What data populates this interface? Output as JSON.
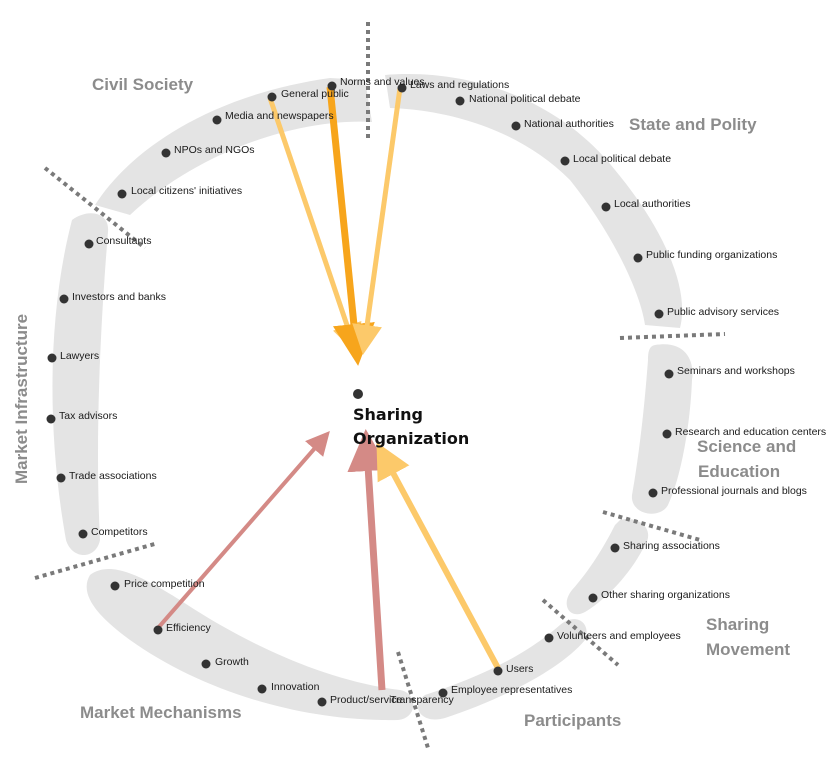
{
  "center": {
    "line1": "Sharing",
    "line2": "Organization"
  },
  "categories": {
    "civil_society": "Civil Society",
    "state_polity": "State and Polity",
    "market_infrastructure": "Market Infrastructure",
    "science_education_1": "Science and",
    "science_education_2": "Education",
    "sharing_movement_1": "Sharing",
    "sharing_movement_2": "Movement",
    "market_mechanisms": "Market Mechanisms",
    "participants": "Participants"
  },
  "nodes": {
    "norms_values": "Norms and values",
    "general_public": "General public",
    "laws_regulations": "Laws and regulations",
    "media_newspapers": "Media and newspapers",
    "national_political_debate": "National political debate",
    "national_authorities": "National authorities",
    "npos_ngos": "NPOs and NGOs",
    "local_political_debate": "Local political debate",
    "local_citizens_initiatives": "Local citizens' initiatives",
    "local_authorities": "Local authorities",
    "consultants": "Consultants",
    "public_funding": "Public funding organizations",
    "investors_banks": "Investors and banks",
    "public_advisory": "Public advisory services",
    "lawyers": "Lawyers",
    "seminars_workshops": "Seminars and workshops",
    "tax_advisors": "Tax advisors",
    "research_education": "Research and education centers",
    "trade_associations": "Trade associations",
    "professional_journals": "Professional journals and blogs",
    "competitors": "Competitors",
    "sharing_associations": "Sharing associations",
    "price_competition": "Price competition",
    "other_sharing_orgs": "Other sharing organizations",
    "efficiency": "Efficiency",
    "volunteers_employees": "Volunteers and employees",
    "growth": "Growth",
    "users": "Users",
    "innovation": "Innovation",
    "employee_representatives": "Employee representatives",
    "product_service": "Product/service",
    "transparency": "Transparency"
  },
  "colors": {
    "band": "#e4e4e4",
    "separator": "#7a7a7a",
    "orange_strong": "#f7a51c",
    "orange_light": "#fcc96a",
    "red": "#d48a86",
    "category_text": "#8c8c8c",
    "node_dot": "#333333"
  }
}
